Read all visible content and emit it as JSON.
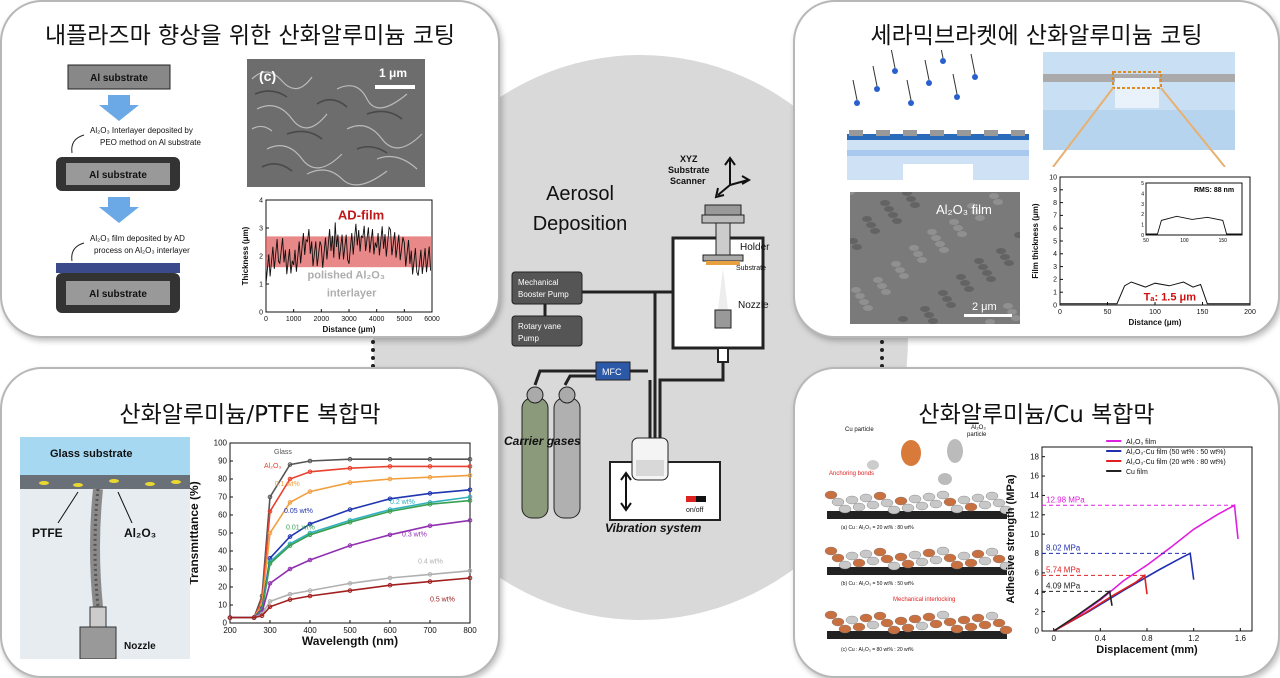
{
  "panels": {
    "top_left": {
      "title": "내플라즈마 향상을 위한 산화알루미늄 코팅",
      "step1_box": "Al substrate",
      "step1_text_a": "Al₂O₃ Interlayer deposited by",
      "step1_text_b": "PEO method on Al substrate",
      "step2_box": "Al substrate",
      "step2_text_a": "Al₂O₃ film deposited by AD",
      "step2_text_b": "process on Al₂O₃ interlayer",
      "step3_box": "Al substrate",
      "sem_label": "(c)",
      "sem_scale": "1 μm"
    },
    "top_right": {
      "title": "세라믹브라켓에 산화알루미늄 코팅",
      "sem_label": "Al₂O₃ film",
      "sem_scale": "2 μm"
    },
    "bottom_left": {
      "title": "산화알루미늄/PTFE 복합막",
      "glass": "Glass substrate",
      "ptfe": "PTFE",
      "al2o3": "Al₂O₃",
      "nozzle": "Nozzle"
    },
    "bottom_right": {
      "title": "산화알루미늄/Cu 복합막",
      "cu_particle": "Cu particle",
      "al_particle_a": "Al₂O₃",
      "al_particle_b": "particle",
      "anchoring": "Anchoring bonds",
      "interlocking": "Mechanical interlocking",
      "cap_a": "(a) Cu : Al₂O₃ = 20 wt% : 80 wt%",
      "cap_b": "(b) Cu : Al₂O₃ = 50 wt% : 50 wt%",
      "cap_c": "(c) Cu : Al₂O₃ = 80 wt% : 20 wt%"
    }
  },
  "center": {
    "title_a": "Aerosol",
    "title_b": "Deposition",
    "xyz_a": "XYZ",
    "xyz_b": "Substrate",
    "xyz_c": "Scanner",
    "holder": "Holder",
    "substrate": "Substrate",
    "nozzle": "Nozzle",
    "booster_a": "Mechanical",
    "booster_b": "Booster Pump",
    "rotary_a": "Rotary vane",
    "rotary_b": "Pump",
    "mfc": "MFC",
    "carrier": "Carrier gases",
    "vibration": "Vibration system",
    "onoff": "on/off"
  },
  "chart_data": [
    {
      "type": "area",
      "xlabel": "Distance (μm)",
      "ylabel": "Thickness (μm)",
      "xlim": [
        0,
        6000
      ],
      "ylim": [
        0,
        4
      ],
      "xticks": [
        0,
        1000,
        2000,
        3000,
        4000,
        5000,
        6000
      ],
      "yticks": [
        0,
        1,
        2,
        3,
        4
      ],
      "band": [
        1.6,
        2.7
      ],
      "band_label": "AD-film",
      "under_label_a": "polished Al₂O₃",
      "under_label_b": "interlayer",
      "x": [
        0,
        500,
        1000,
        1500,
        2000,
        2500,
        3000,
        3500,
        4000,
        4500,
        5000,
        5500,
        6000
      ],
      "series": [
        {
          "values": [
            1.6,
            2.1,
            1.8,
            2.4,
            2.0,
            2.6,
            2.2,
            2.9,
            2.3,
            2.7,
            2.0,
            1.9,
            1.7
          ]
        }
      ]
    },
    {
      "type": "line",
      "xlabel": "Distance (μm)",
      "ylabel": "Film thickness (μm)",
      "xlim": [
        0,
        200
      ],
      "ylim": [
        0,
        10
      ],
      "xticks": [
        0,
        50,
        100,
        150,
        200
      ],
      "yticks": [
        0,
        1,
        2,
        3,
        4,
        5,
        6,
        7,
        8,
        9,
        10
      ],
      "annotation": "Tₐ: 1.5 μm",
      "x": [
        0,
        60,
        68,
        75,
        90,
        100,
        115,
        130,
        140,
        148,
        155,
        200
      ],
      "series": [
        {
          "values": [
            0.1,
            0.1,
            1.5,
            1.8,
            1.4,
            1.7,
            1.5,
            1.8,
            1.4,
            1.6,
            0.1,
            0.1
          ]
        }
      ],
      "inset": {
        "label": "RMS: 88 nm",
        "xlim": [
          50,
          175
        ],
        "ylim": [
          0,
          5
        ],
        "xticks": [
          50,
          100,
          150
        ],
        "yticks": [
          0,
          1,
          2,
          3,
          4,
          5
        ],
        "x": [
          50,
          65,
          70,
          90,
          110,
          130,
          150,
          155,
          175
        ],
        "values": [
          0.1,
          0.1,
          1.4,
          1.8,
          1.5,
          1.7,
          1.4,
          0.1,
          0.1
        ]
      }
    },
    {
      "type": "line",
      "xlabel": "Wavelength (nm)",
      "ylabel": "Transmittance (%)",
      "xlim": [
        200,
        800
      ],
      "ylim": [
        0,
        100
      ],
      "xticks": [
        200,
        300,
        400,
        500,
        600,
        700,
        800
      ],
      "yticks": [
        0,
        10,
        20,
        30,
        40,
        50,
        60,
        70,
        80,
        90,
        100
      ],
      "x": [
        200,
        260,
        280,
        300,
        350,
        400,
        500,
        600,
        700,
        800
      ],
      "series": [
        {
          "name": "Glass",
          "color": "#555555",
          "values": [
            3,
            3,
            15,
            70,
            88,
            90,
            91,
            91,
            91,
            91
          ]
        },
        {
          "name": "Al₂O₃",
          "color": "#e8412d",
          "values": [
            3,
            3,
            12,
            62,
            80,
            84,
            86,
            87,
            87,
            87
          ]
        },
        {
          "name": "0.1 wt%",
          "color": "#f0a040",
          "values": [
            3,
            3,
            10,
            50,
            67,
            73,
            78,
            80,
            81,
            82
          ]
        },
        {
          "name": "0.05 wt%",
          "color": "#2035b0",
          "values": [
            3,
            3,
            8,
            36,
            48,
            55,
            63,
            69,
            72,
            74
          ]
        },
        {
          "name": "0.2 wt%",
          "color": "#30b0c0",
          "values": [
            3,
            3,
            7,
            34,
            44,
            50,
            57,
            63,
            67,
            70
          ]
        },
        {
          "name": "0.01 wt%",
          "color": "#38a050",
          "values": [
            3,
            3,
            7,
            33,
            43,
            49,
            56,
            62,
            66,
            68
          ]
        },
        {
          "name": "0.3 wt%",
          "color": "#9030b0",
          "values": [
            3,
            3,
            6,
            22,
            30,
            35,
            43,
            49,
            54,
            57
          ]
        },
        {
          "name": "0.4 wt%",
          "color": "#b0b0b0",
          "values": [
            3,
            3,
            5,
            12,
            16,
            18,
            22,
            25,
            27,
            29
          ]
        },
        {
          "name": "0.5 wt%",
          "color": "#a02020",
          "values": [
            3,
            3,
            4,
            9,
            13,
            15,
            18,
            21,
            23,
            25
          ]
        }
      ]
    },
    {
      "type": "line",
      "xlabel": "Displacement (mm)",
      "ylabel": "Adhesive strength (MPa)",
      "xlim": [
        -0.1,
        1.7
      ],
      "ylim": [
        0,
        19
      ],
      "xticks": [
        0.0,
        0.4,
        0.8,
        1.2,
        1.6
      ],
      "yticks": [
        0,
        2,
        4,
        6,
        8,
        10,
        12,
        14,
        16,
        18
      ],
      "series": [
        {
          "name": "Al₂O₃ film",
          "color": "#e020e0",
          "peak": 12.98,
          "peak_label": "12.98 MPa",
          "x": [
            0,
            0.2,
            0.4,
            0.6,
            0.8,
            1.0,
            1.2,
            1.4,
            1.55,
            1.58
          ],
          "values": [
            0,
            1.5,
            3.2,
            5.2,
            6.8,
            8.6,
            10.5,
            12.0,
            12.98,
            9.5
          ]
        },
        {
          "name": "Al₂O₃-Cu film (50 wt% : 50 wt%)",
          "color": "#2030b0",
          "peak": 8.02,
          "peak_label": "8.02 MPa",
          "x": [
            0,
            0.3,
            0.6,
            0.9,
            1.1,
            1.17,
            1.2
          ],
          "values": [
            0,
            2.0,
            4.2,
            6.3,
            7.6,
            8.02,
            5.3
          ]
        },
        {
          "name": "Al₂O₃-Cu film (20 wt% : 80 wt%)",
          "color": "#e02020",
          "peak": 5.74,
          "peak_label": "5.74 MPa",
          "x": [
            0,
            0.25,
            0.5,
            0.7,
            0.78,
            0.8
          ],
          "values": [
            0,
            1.7,
            3.6,
            5.0,
            5.74,
            3.8
          ]
        },
        {
          "name": "Cu film",
          "color": "#222222",
          "peak": 4.09,
          "peak_label": "4.09 MPa",
          "x": [
            0,
            0.2,
            0.4,
            0.48,
            0.5
          ],
          "values": [
            0,
            1.6,
            3.3,
            4.09,
            2.6
          ]
        }
      ]
    }
  ]
}
